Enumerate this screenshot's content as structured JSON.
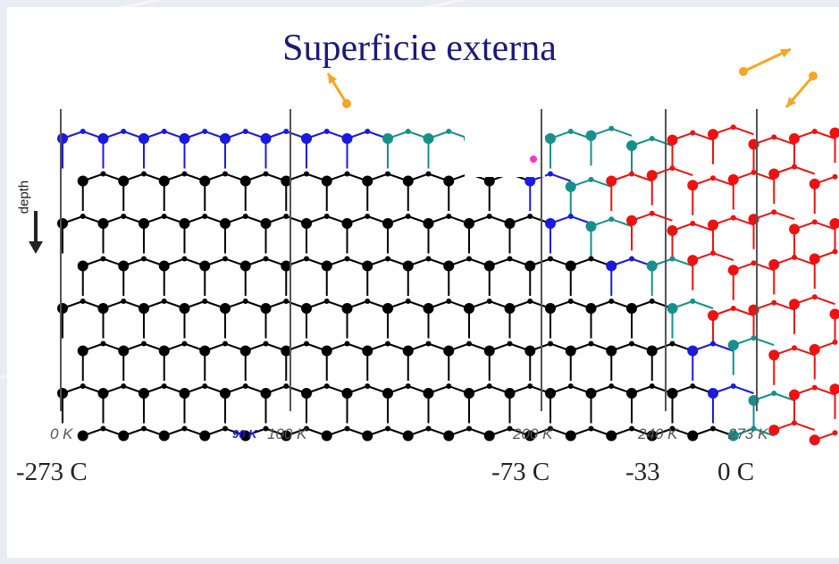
{
  "title": "Superficie externa",
  "depth_label": "depth",
  "kelvin_labels": [
    {
      "text": "0 K",
      "color": "#555555"
    },
    {
      "text": "90 K",
      "color": "#1a1adc"
    },
    {
      "text": "100 K",
      "color": "#555555"
    },
    {
      "text": "200 K",
      "color": "#555555"
    },
    {
      "text": "240 K",
      "color": "#555555"
    },
    {
      "text": "273 K",
      "color": "#555555"
    }
  ],
  "celsius_labels": [
    "-273 C",
    "-73 C",
    "-33",
    "0 C"
  ],
  "colors": {
    "crystal": "#000000",
    "surface_90K": "#1a1adc",
    "transition_240K": "#16908a",
    "liquid_273K": "#ee1111",
    "molecule_arrows": "#f5a623",
    "title": "#1a1a7a"
  }
}
